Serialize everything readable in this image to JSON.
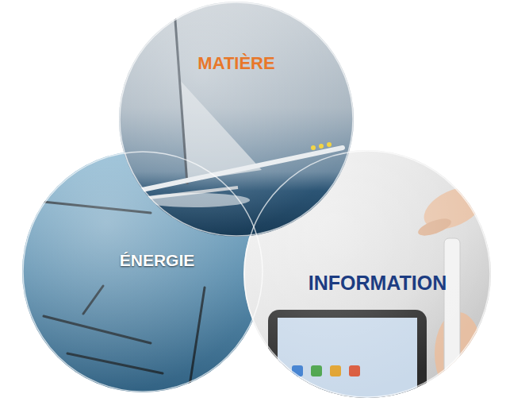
{
  "diagram": {
    "nodes": [
      {
        "text": [
          "MATIÈRE"
        ]
      },
      {
        "text": [
          "ÉNERGIE"
        ]
      },
      {
        "text": [
          "INFORMATION"
        ]
      }
    ]
  }
}
